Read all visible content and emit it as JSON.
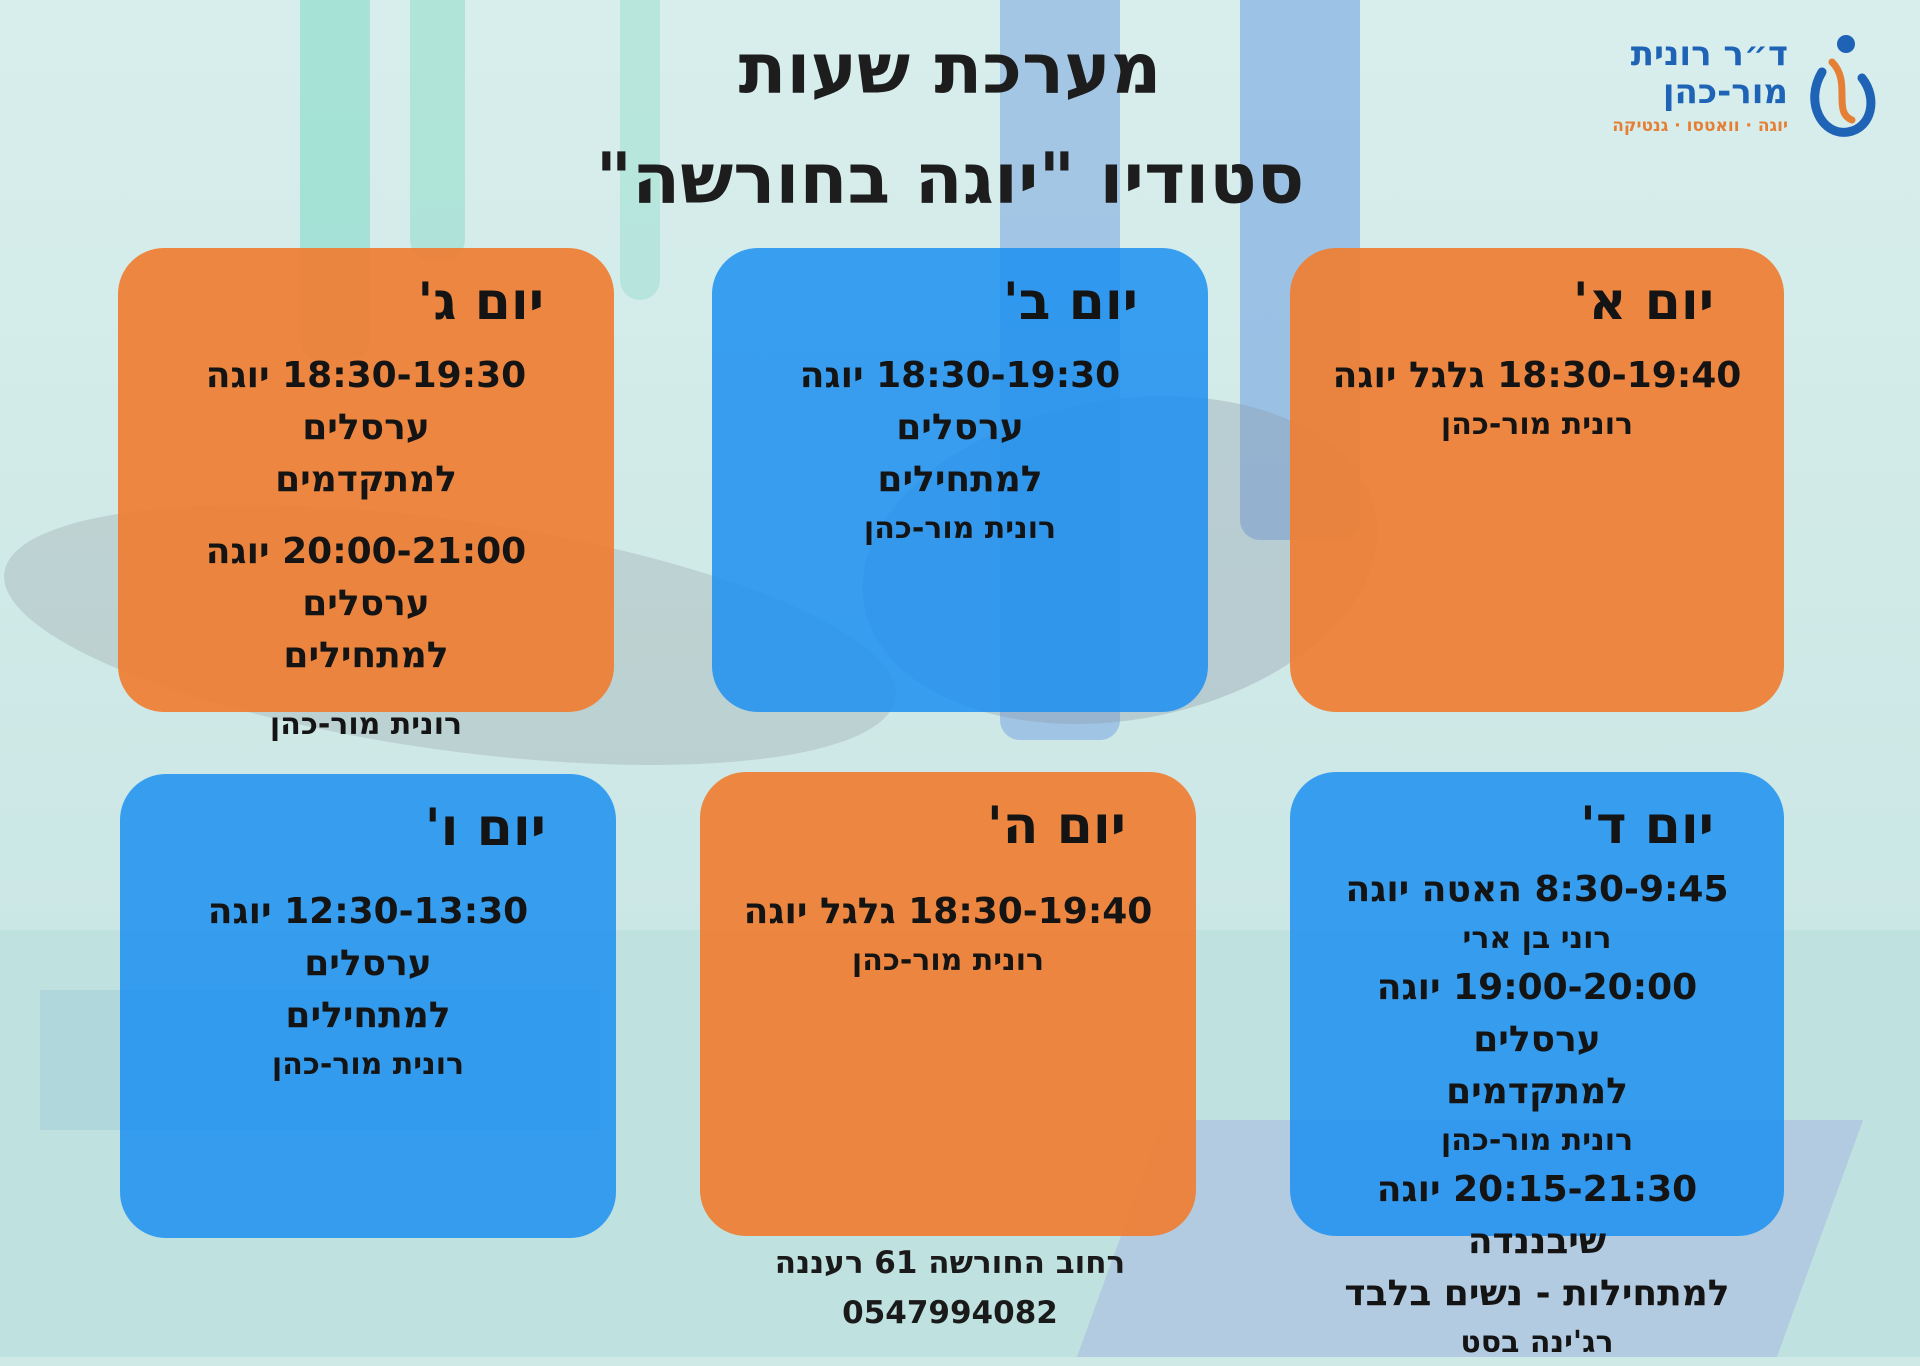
{
  "logo": {
    "line1": "ד״ר רונית",
    "line2": "מור-כהן",
    "tagline": "יוגה · וואטסו · גנטיקה",
    "icon": "yoga-person-logo-icon"
  },
  "title": {
    "line1": "מערכת שעות",
    "line2": "סטודיו \"יוגה בחורשה\""
  },
  "cards": [
    {
      "day": "יום א'",
      "color": "#EE7E34",
      "lines": [
        "18:30-19:40 גלגל יוגה"
      ],
      "teacher": "רונית מור-כהן"
    },
    {
      "day": "יום ב'",
      "color": "#1E90F0",
      "lines": [
        "18:30-19:30 יוגה ערסלים",
        "למתחילים"
      ],
      "teacher": "רונית מור-כהן"
    },
    {
      "day": "יום ג'",
      "color": "#EE7E34",
      "lines": [
        "18:30-19:30 יוגה ערסלים",
        "למתקדמים",
        "20:00-21:00 יוגה ערסלים",
        "למתחילים"
      ],
      "teacher": "רונית מור-כהן"
    },
    {
      "day": "יום ד'",
      "color": "#1E90F0",
      "lines": [
        "8:30-9:45 האטה יוגה"
      ],
      "teacher1": "רוני בן ארי",
      "lines2": [
        "19:00-20:00 יוגה ערסלים",
        "למתקדמים"
      ],
      "teacher2": "רונית מור-כהן",
      "lines3": [
        "20:15-21:30 יוגה שיבננדה",
        "למתחילות - נשים בלבד"
      ],
      "teacher3": "רג'ינה בסט"
    },
    {
      "day": "יום ה'",
      "color": "#EE7E34",
      "lines": [
        "18:30-19:40 גלגל יוגה"
      ],
      "teacher": "רונית מור-כהן"
    },
    {
      "day": "יום ו'",
      "color": "#1E90F0",
      "lines": [
        "12:30-13:30 יוגה ערסלים",
        "למתחילים"
      ],
      "teacher": "רונית מור-כהן"
    }
  ],
  "footer": {
    "address": "רחוב החורשה 61 רעננה",
    "phone": "0547994082"
  }
}
